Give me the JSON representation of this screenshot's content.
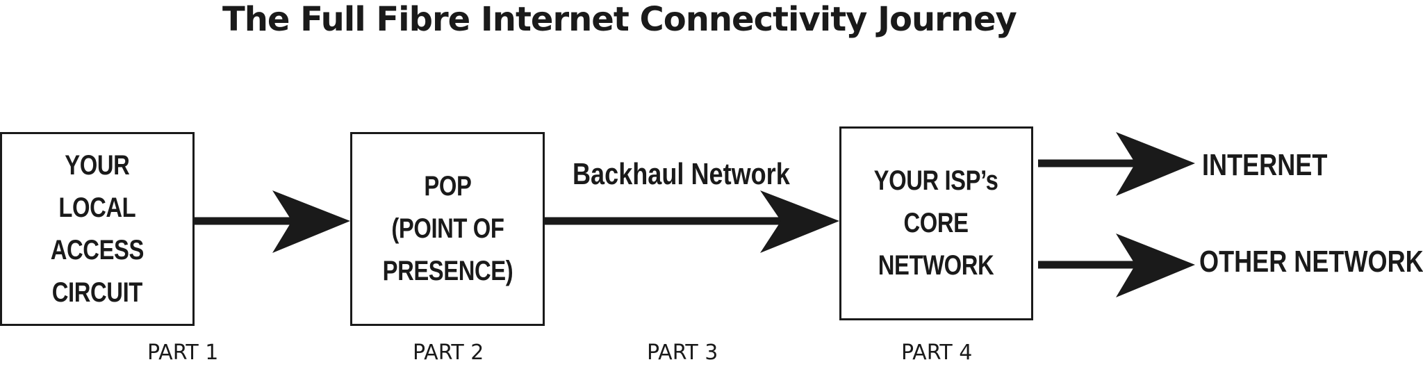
{
  "title": "The Full Fibre Internet Connectivity Journey",
  "boxes": {
    "local_access": "YOUR\nLOCAL\nACCESS\nCIRCUIT",
    "pop": "POP\n(POINT OF\nPRESENCE)",
    "isp_core": "YOUR ISP’s\nCORE\nNETWORK"
  },
  "labels": {
    "backhaul": "Backhaul Network",
    "internet": "INTERNET",
    "other_networks": "OTHER NETWORKS"
  },
  "parts": [
    "PART 1",
    "PART 2",
    "PART 3",
    "PART 4"
  ]
}
